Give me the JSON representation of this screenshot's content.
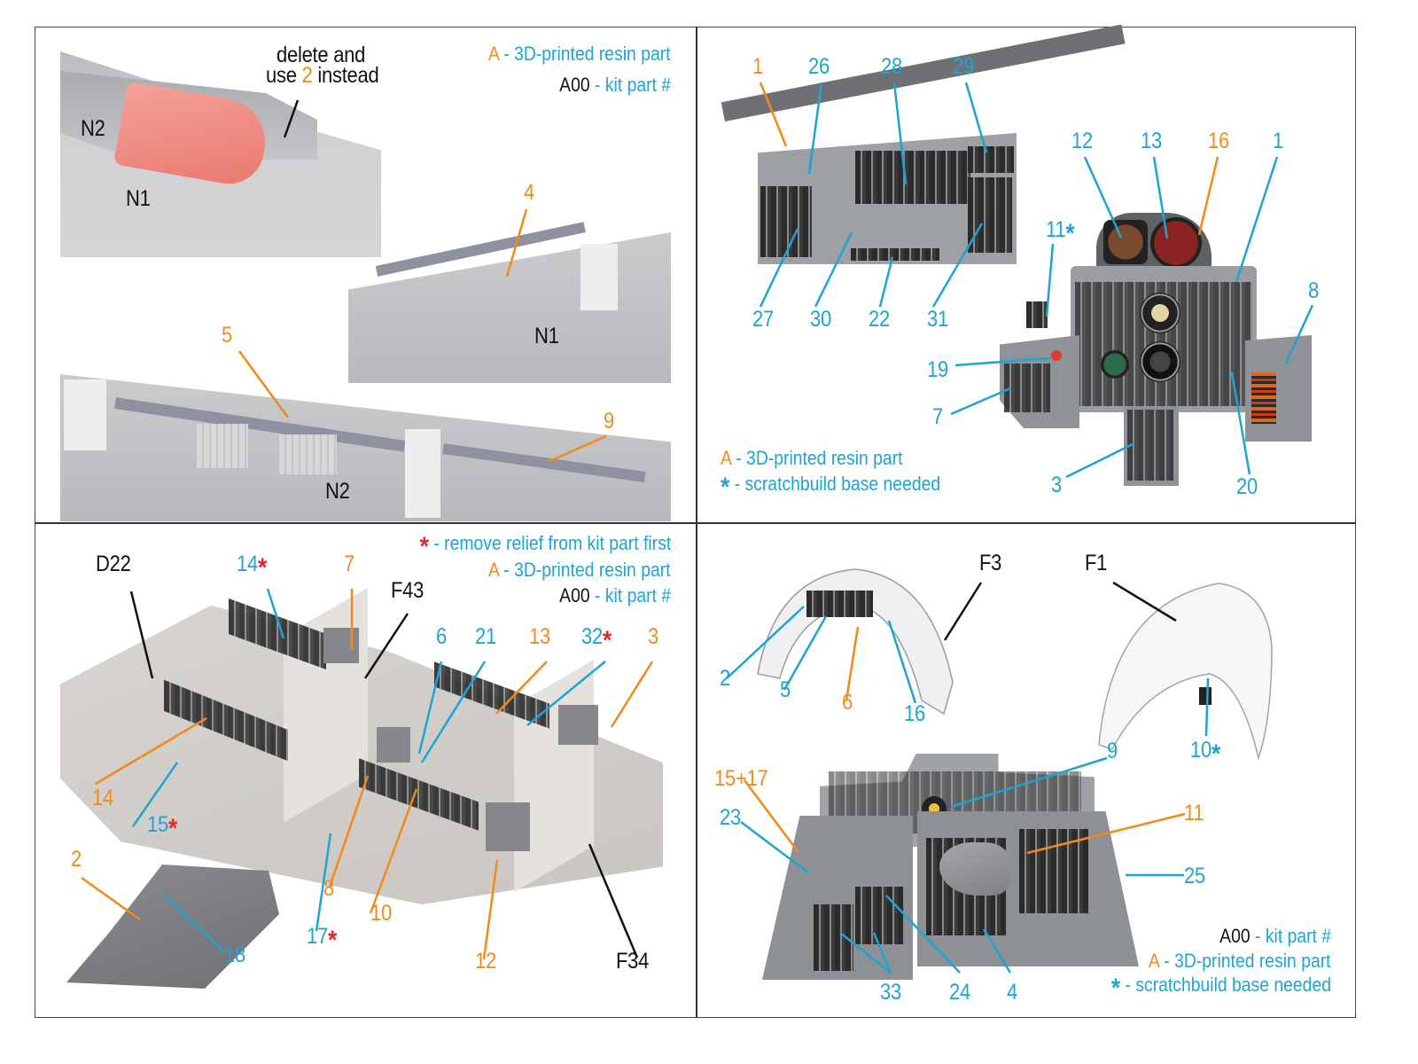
{
  "colors": {
    "resin_part": "#F28A1A",
    "kit_text": "#1EA4D4",
    "kit_part_number": "#111111",
    "remove_relief_star": "#E3262B",
    "scratchbuild_star": "#1EA4D4",
    "highlight_part": "#F08C84"
  },
  "panel_top_left": {
    "legend": {
      "resin_prefix": "A",
      "resin_text": " - 3D-printed resin part",
      "kit_prefix": "A00",
      "kit_text": " - kit part #"
    },
    "note": {
      "line1": "delete and",
      "line2_pre": "use ",
      "line2_num": "2",
      "line2_post": " instead"
    },
    "kit_labels": [
      "N2",
      "N1",
      "N1",
      "N2"
    ],
    "resin_labels": [
      "4",
      "5",
      "9"
    ]
  },
  "panel_top_right": {
    "labels_top": [
      {
        "text": "1",
        "type": "resin"
      },
      {
        "text": "26",
        "type": "pe"
      },
      {
        "text": "28",
        "type": "pe"
      },
      {
        "text": "29",
        "type": "pe"
      },
      {
        "text": "12",
        "type": "pe"
      },
      {
        "text": "13",
        "type": "pe"
      },
      {
        "text": "16",
        "type": "resin"
      },
      {
        "text": "1",
        "type": "pe"
      }
    ],
    "labels_bottom": [
      "27",
      "30",
      "22",
      "31"
    ],
    "labels_panel": [
      {
        "text": "11",
        "star": "*"
      },
      {
        "text": "8"
      },
      {
        "text": "19"
      },
      {
        "text": "7"
      },
      {
        "text": "3"
      },
      {
        "text": "20"
      }
    ],
    "legend": {
      "resin_prefix": "A",
      "resin_text": " - 3D-printed resin part",
      "star": "*",
      "star_text": " - scratchbuild base needed"
    }
  },
  "panel_bottom_left": {
    "legend": {
      "star": "*",
      "star_text": " - remove relief from kit part first",
      "resin_prefix": "A",
      "resin_text": " - 3D-printed resin part",
      "kit_prefix": "A00",
      "kit_text": " - kit part #"
    },
    "kit_labels": [
      "D22",
      "F43",
      "F34"
    ],
    "labels": [
      {
        "text": "14",
        "type": "pe",
        "star": "*"
      },
      {
        "text": "7",
        "type": "resin"
      },
      {
        "text": "6",
        "type": "pe"
      },
      {
        "text": "21",
        "type": "pe"
      },
      {
        "text": "13",
        "type": "resin"
      },
      {
        "text": "32",
        "type": "pe",
        "star": "*"
      },
      {
        "text": "3",
        "type": "resin"
      },
      {
        "text": "14",
        "type": "resin"
      },
      {
        "text": "15",
        "type": "pe",
        "star": "*"
      },
      {
        "text": "8",
        "type": "resin"
      },
      {
        "text": "10",
        "type": "resin"
      },
      {
        "text": "17",
        "type": "pe",
        "star": "*"
      },
      {
        "text": "12",
        "type": "resin"
      },
      {
        "text": "2",
        "type": "resin"
      },
      {
        "text": "18",
        "type": "pe"
      }
    ]
  },
  "panel_bottom_right": {
    "kit_labels": [
      "F3",
      "F1"
    ],
    "labels": [
      {
        "text": "2",
        "type": "pe"
      },
      {
        "text": "5",
        "type": "pe"
      },
      {
        "text": "6",
        "type": "resin"
      },
      {
        "text": "16",
        "type": "pe"
      },
      {
        "text": "10",
        "type": "pe",
        "star": "*"
      },
      {
        "text": "15+17",
        "type": "resin"
      },
      {
        "text": "9",
        "type": "pe"
      },
      {
        "text": "23",
        "type": "pe"
      },
      {
        "text": "11",
        "type": "resin"
      },
      {
        "text": "25",
        "type": "pe"
      },
      {
        "text": "33",
        "type": "pe"
      },
      {
        "text": "24",
        "type": "pe"
      },
      {
        "text": "4",
        "type": "pe"
      }
    ],
    "legend": {
      "kit_prefix": "A00",
      "kit_text": " - kit part #",
      "resin_prefix": "A",
      "resin_text": " - 3D-printed resin part",
      "star": "*",
      "star_text": " - scratchbuild base needed"
    }
  }
}
